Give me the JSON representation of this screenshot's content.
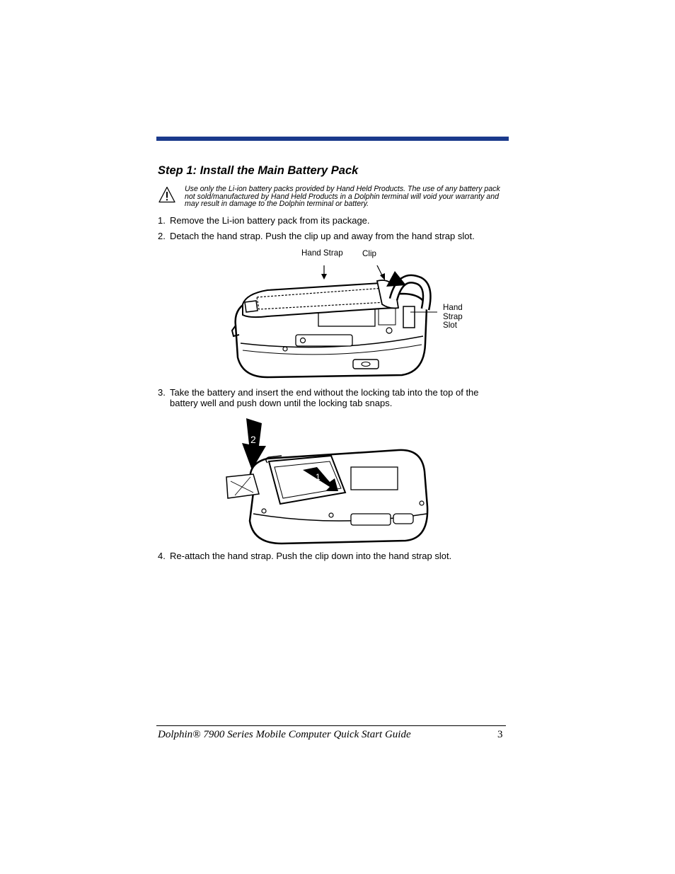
{
  "heading": "Step 1:  Install the Main Battery Pack",
  "caution": {
    "icon": "warning-triangle-icon",
    "text": "Use only the Li-ion battery packs provided by Hand Held Products. The use of any battery pack not sold/manufactured by Hand Held Products in a Dolphin terminal will void your warranty and may result in damage to the Dolphin terminal or battery."
  },
  "steps": [
    {
      "num": "1.",
      "text": "Remove the Li-ion battery pack from its package."
    },
    {
      "num": "2.",
      "text": "Detach the hand strap. Push the clip up and away from the hand strap slot."
    },
    {
      "num": "3.",
      "text": "Take the battery and insert the end without the locking tab into the top of the battery well and push down until the locking tab snaps."
    },
    {
      "num": "4.",
      "text": "Re-attach the hand strap. Push the clip down into the hand strap slot."
    }
  ],
  "figure1": {
    "label_hand_strap": "Hand Strap",
    "label_clip": "Clip",
    "label_slot_line1": "Hand",
    "label_slot_line2": "Strap",
    "label_slot_line3": "Slot"
  },
  "figure2": {
    "arrow_number_1": "1",
    "arrow_number_2": "2"
  },
  "footer": {
    "title": "Dolphin® 7900 Series Mobile Computer Quick Start Guide",
    "page": "3"
  },
  "colors": {
    "accent_bar": "#1b3a8c"
  }
}
